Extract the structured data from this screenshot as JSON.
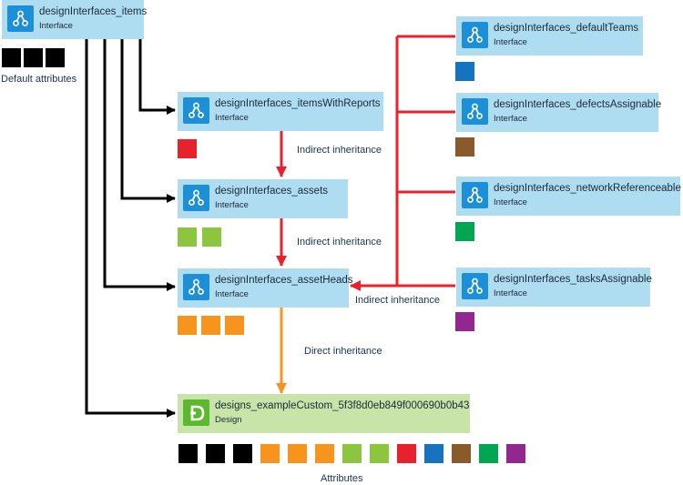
{
  "nodes": {
    "items": {
      "title": "designInterfaces_items",
      "kind": "Interface"
    },
    "with_reports": {
      "title": "designInterfaces_itemsWithReports",
      "kind": "Interface"
    },
    "assets": {
      "title": "designInterfaces_assets",
      "kind": "Interface"
    },
    "asset_heads": {
      "title": "designInterfaces_assetHeads",
      "kind": "Interface"
    },
    "default_teams": {
      "title": "designInterfaces_defaultTeams",
      "kind": "Interface"
    },
    "defects_assignable": {
      "title": "designInterfaces_defectsAssignable",
      "kind": "Interface"
    },
    "network_referenceable": {
      "title": "designInterfaces_networkReferenceable",
      "kind": "Interface"
    },
    "tasks_assignable": {
      "title": "designInterfaces_tasksAssignable",
      "kind": "Interface"
    },
    "design": {
      "title": "designs_exampleCustom_5f3f8d0eb849f000690b0b43",
      "kind": "Design"
    }
  },
  "labels": {
    "default_attributes": "Default attributes",
    "indirect_1": "Indirect inheritance",
    "indirect_2": "Indirect inheritance",
    "indirect_3": "Indirect inheritance",
    "direct": "Direct inheritance",
    "attributes": "Attributes"
  },
  "colors": {
    "black": "#000000",
    "red": "#e8222d",
    "green_light": "#8cc63f",
    "orange": "#f7941d",
    "blue": "#1673c0",
    "brown": "#8b5a2b",
    "green": "#00a651",
    "purple": "#92278f",
    "direct_arrow": "#f7941d",
    "indirect_arrow": "#e8222d",
    "default_arrow": "#000000"
  },
  "attribute_sets": {
    "default": [
      "black",
      "black",
      "black"
    ],
    "with_reports": [
      "red"
    ],
    "assets": [
      "green_light",
      "green_light"
    ],
    "asset_heads": [
      "orange",
      "orange",
      "orange"
    ],
    "default_teams": [
      "blue"
    ],
    "defects_assignable": [
      "brown"
    ],
    "network_referenceable": [
      "green"
    ],
    "tasks_assignable": [
      "purple"
    ],
    "design": [
      "black",
      "black",
      "black",
      "orange",
      "orange",
      "orange",
      "green_light",
      "green_light",
      "red",
      "blue",
      "brown",
      "green",
      "purple"
    ]
  },
  "icons": {
    "interface": "interface-hierarchy-icon",
    "design": "design-d-icon"
  }
}
